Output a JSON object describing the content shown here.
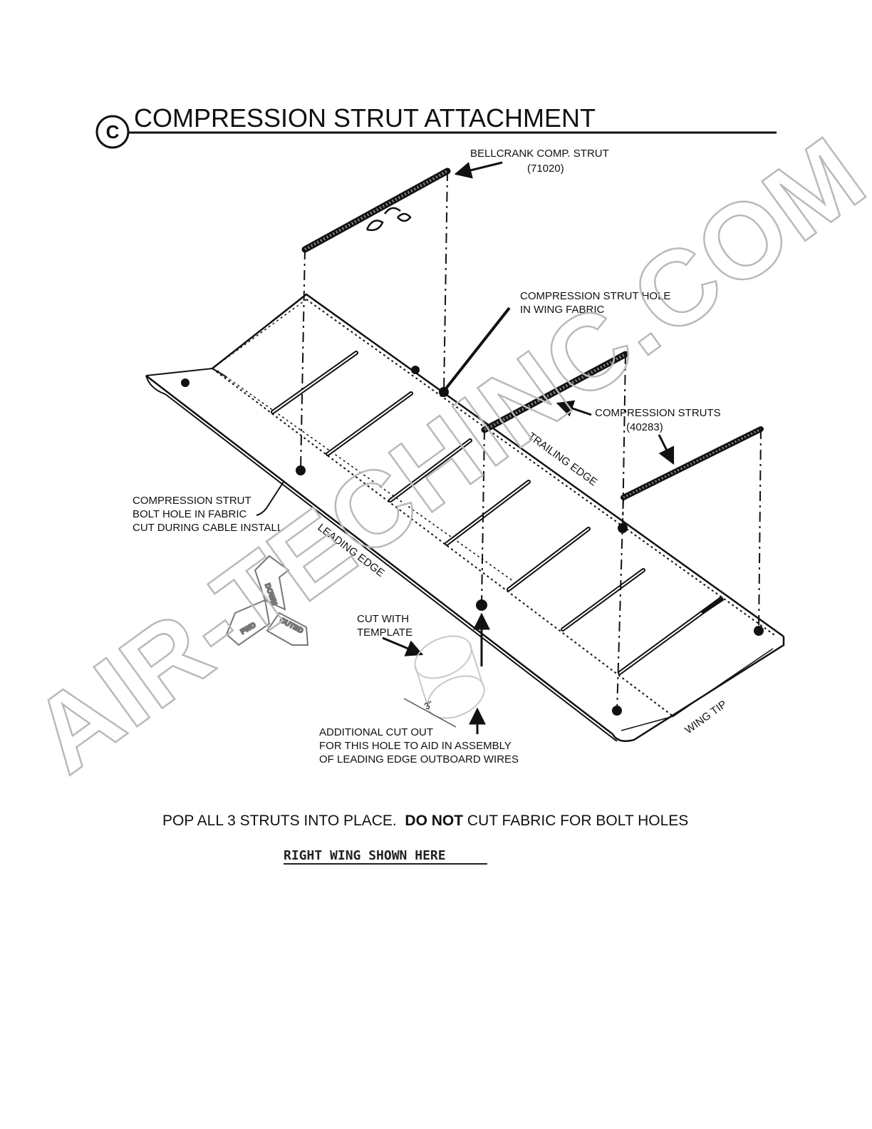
{
  "section_letter": "C",
  "title": "COMPRESSION STRUT ATTACHMENT",
  "labels": {
    "bellcrank_line1": "BELLCRANK COMP. STRUT",
    "bellcrank_line2": "(71020)",
    "hole_line1": "COMPRESSION STRUT HOLE",
    "hole_line2": "IN WING FABRIC",
    "struts_line1": "COMPRESSION STRUTS",
    "struts_line2": "(40283)",
    "trailing_edge": "TRAILING EDGE",
    "leading_edge": "LEADING EDGE",
    "bolt_line1": "COMPRESSION STRUT",
    "bolt_line2": "BOLT HOLE IN FABRIC",
    "bolt_line3": "CUT DURING CABLE INSTALL",
    "cut_line1": "CUT WITH",
    "cut_line2": "TEMPLATE",
    "dimension": "3\"",
    "extra_line1": "ADDITIONAL CUT OUT",
    "extra_line2": "FOR THIS HOLE TO AID IN ASSEMBLY",
    "extra_line3": "OF LEADING EDGE OUTBOARD WIRES",
    "wing_tip": "WING TIP"
  },
  "orientation_arrows": {
    "down": "DOWN",
    "fwd": "FWD",
    "outbd": "OUTBD"
  },
  "instruction": {
    "part1": "POP ALL 3 STRUTS INTO PLACE.  ",
    "bold": "DO NOT",
    "part2": " CUT FABRIC FOR BOLT HOLES"
  },
  "typed_caption": "RIGHT WING SHOWN HERE",
  "watermark": "AIR-TECHINC.COM",
  "colors": {
    "ink": "#111111",
    "watermark": "#b9b9b9",
    "template_outline": "#c8c8c8"
  }
}
